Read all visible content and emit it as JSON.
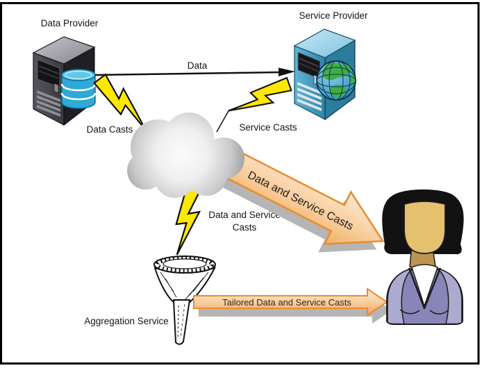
{
  "diagram": {
    "labels": {
      "data_provider": "Data Provider",
      "service_provider": "Service Provider",
      "data_flow": "Data",
      "data_casts": "Data Casts",
      "service_casts": "Service Casts",
      "cloud_to_user_arrow": "Data and Service Casts",
      "cloud_to_aggregator_line1": "Data and Service",
      "cloud_to_aggregator_line2": "Casts",
      "aggregation_service": "Aggregation Service",
      "tailored_arrow": "Tailored Data and Service Casts"
    },
    "colors": {
      "bolt_yellow": "#FFE800",
      "arrow_border": "#E98B2D",
      "arrow_fill_light": "#FCE9D2",
      "arrow_fill_dark": "#F2AE66",
      "shadow_gray": "#B5B5B5",
      "cloud_gray": "#9A9A9A",
      "server_dark": "#46464C",
      "server_blue": "#3E96BF",
      "database_blue": "#2FA9D8",
      "globe_ocean": "#1F8BC0",
      "globe_land": "#3FAE49",
      "person_vest": "#8886B8",
      "person_sleeve": "#ACABCF",
      "skin_tone": "#E5C06E",
      "frame_black": "#000000"
    },
    "icons": [
      "server-tower-icon",
      "database-icon",
      "globe-icon",
      "cloud-icon",
      "lightning-bolt-icon",
      "funnel-icon",
      "person-icon"
    ]
  }
}
